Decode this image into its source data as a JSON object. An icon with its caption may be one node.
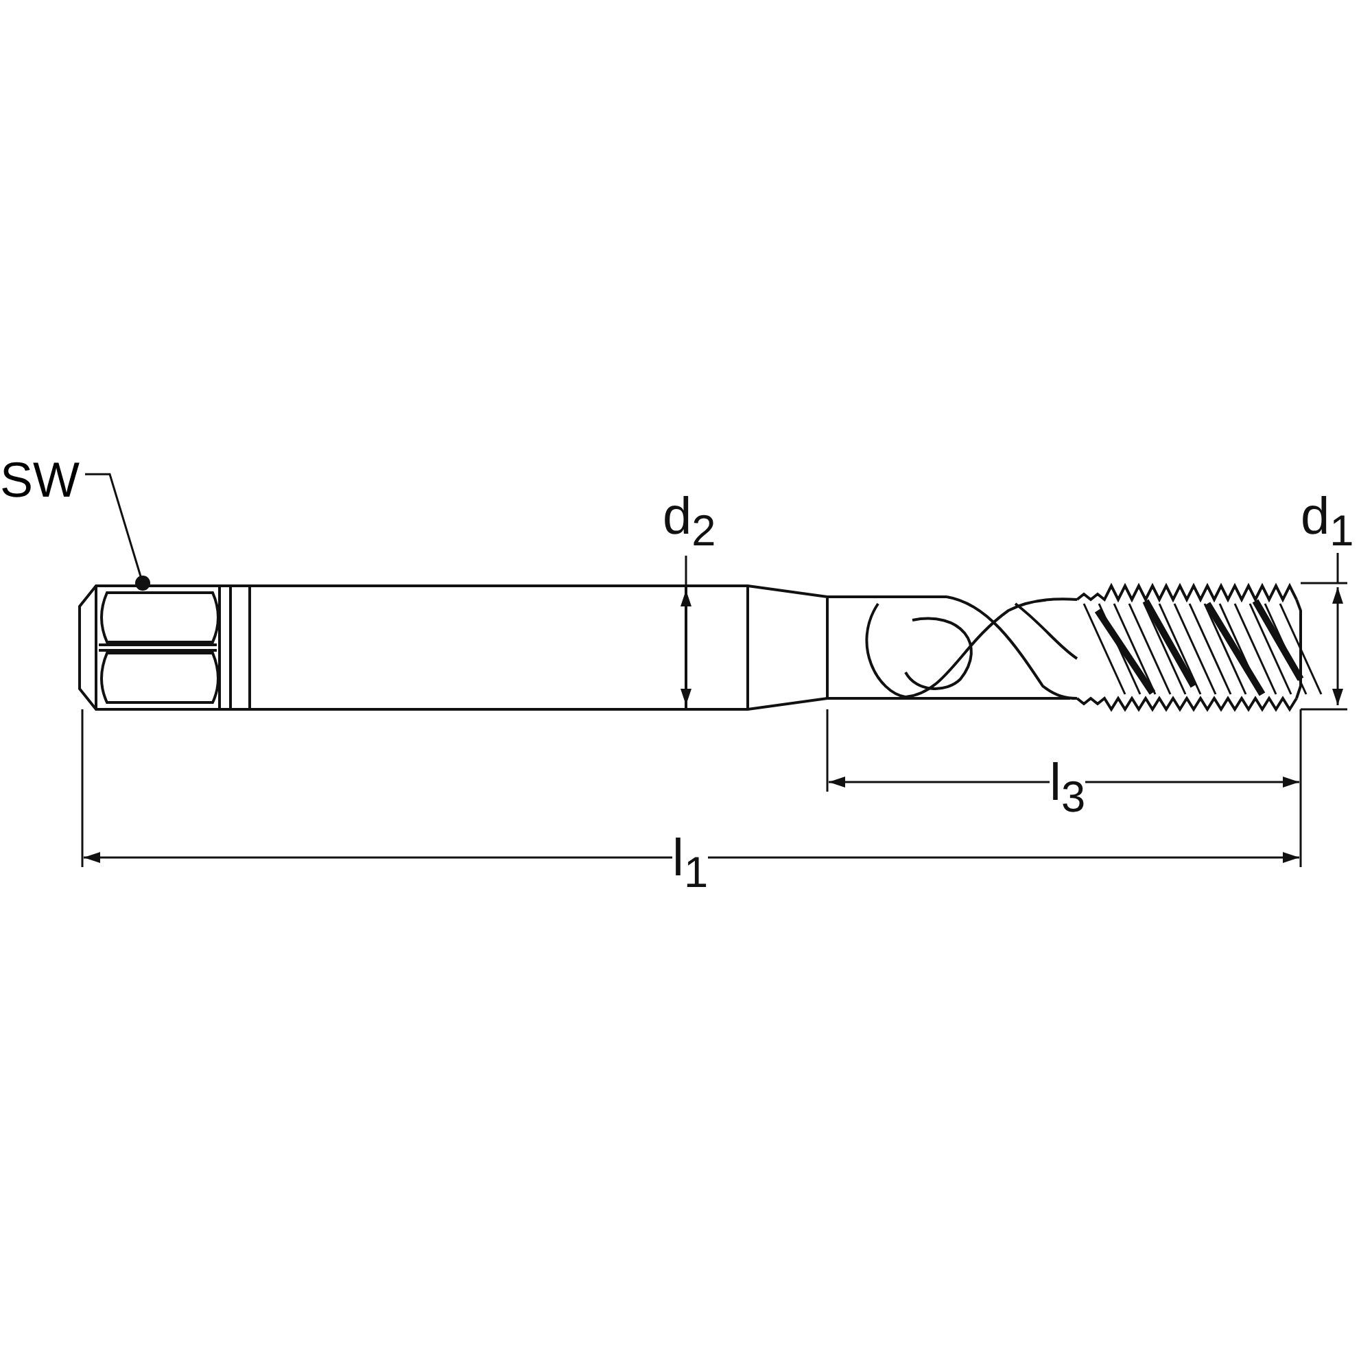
{
  "diagram": {
    "nodes": [
      {
        "text": [
          "SW"
        ]
      },
      {
        "text": [],
        "shape": "picture"
      }
    ],
    "edges": [
      {
        "from": 0,
        "to": 1,
        "arrow": "other"
      }
    ],
    "labels": [
      "d$_{2}$",
      "d$_{1}$",
      "l$_{3}$",
      "l$_{1}$"
    ]
  }
}
